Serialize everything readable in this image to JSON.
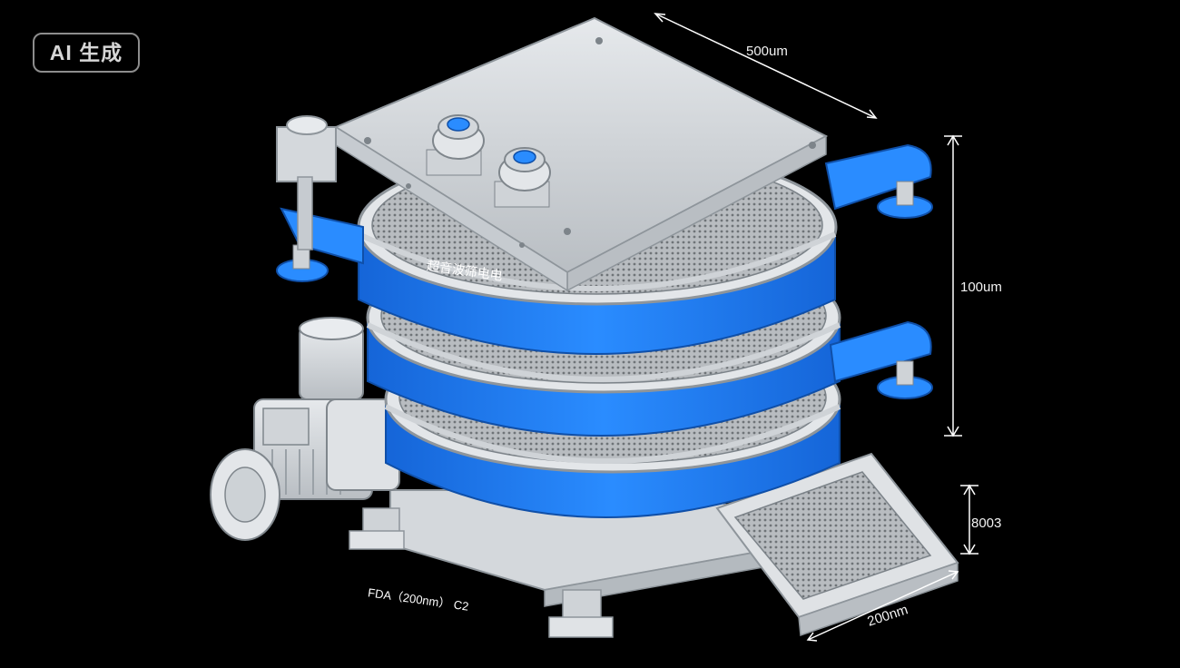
{
  "badge": {
    "text": "AI 生成"
  },
  "dimensions": {
    "top_width": "500um",
    "height": "100um",
    "chute_height": "8003",
    "chute_width": "200nm"
  },
  "labels": {
    "shell_text": "超音波筛电电",
    "footnote": "FDA（200nm） C2"
  },
  "colors": {
    "background": "#000000",
    "frame_blue": "#1f7ff0",
    "steel": "#d7dbdf",
    "steel_dark": "#9aa2aa",
    "dimension_line": "#ffffff"
  }
}
